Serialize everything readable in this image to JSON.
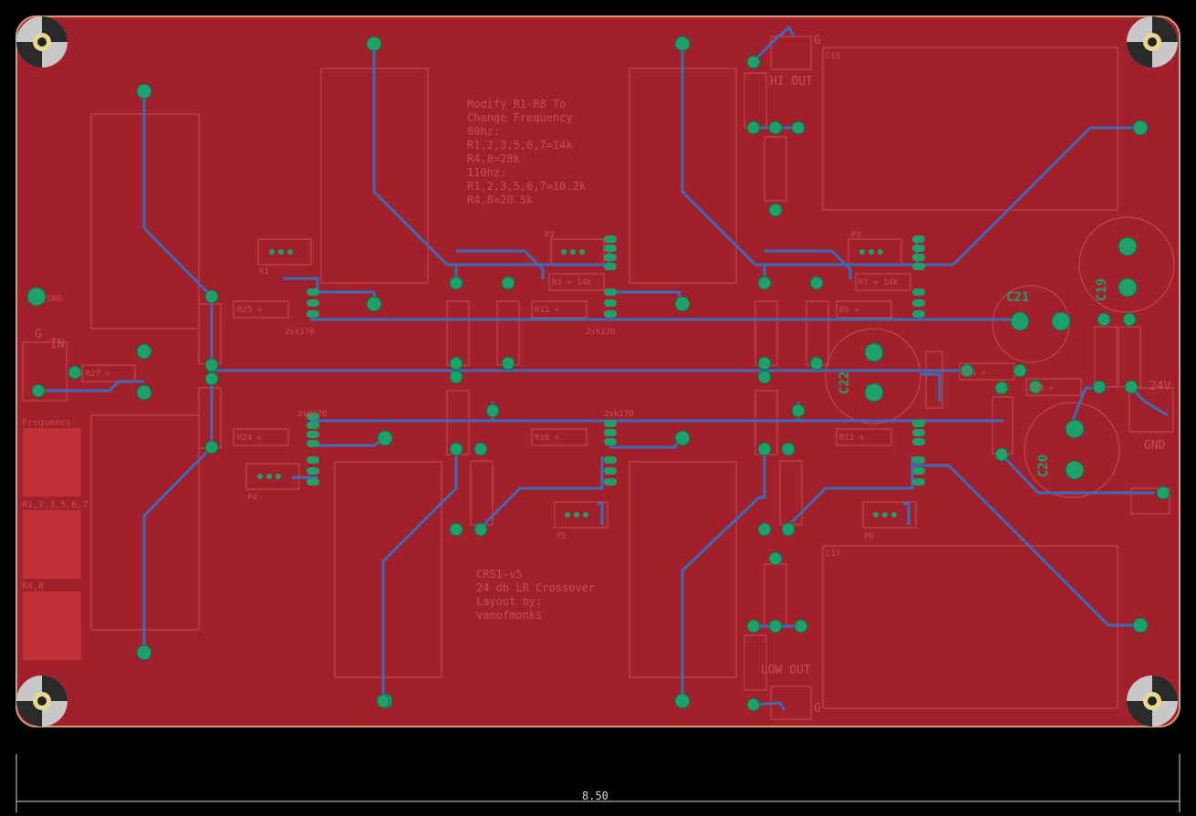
{
  "board": {
    "notes": [
      "Modify R1-R8 To",
      "Change Frequency",
      "80hz:",
      "R1,2,3,5,6,7=14k",
      "R4,8=28k",
      "110hz:",
      "R1,2,3,5,6,7=10.2k",
      "R4,8=20.5k"
    ],
    "credits": [
      "CRS1-v5",
      "24 db LR Crossover",
      "Layout by:",
      "vanofmonks"
    ],
    "dimension": "8.50",
    "pads_left": {
      "frequency": "Frequency",
      "r1": "R1,2,3,5,6,7",
      "r4": "R4,8"
    },
    "labels": {
      "in": "IN",
      "g_in": "G",
      "hi_out": "HI OUT",
      "low_out": "LOW OUT",
      "v24": "24V",
      "gnd": "GND",
      "g_hi": "G",
      "g_low": "G",
      "gnd_left": "GND",
      "c21": "C21",
      "c19": "C19",
      "c22": "C22",
      "c20": "C20",
      "c18": "C18",
      "c17": "C17",
      "p1": "P1",
      "p2": "P2",
      "p3": "P3",
      "p4": "P4",
      "p5": "P5",
      "p6": "P6",
      "r25": "R25 +",
      "r27": "R27 +",
      "r24": "R24 +",
      "r11": "R11 +",
      "r3": "R3 + 14k",
      "r7": "R7 + 14k",
      "r9": "R9 +",
      "r10": "R10 +",
      "r12": "R12 +",
      "r31": "R31 +",
      "r30": "R30 +",
      "part_a": "2sk170",
      "part_b": "2sk170",
      "part_c": "2sk170",
      "part_d": "2sk170"
    }
  },
  "colors": {
    "board": "#a1202b",
    "edge": "#d89a6a",
    "trace": "#3b6cb8",
    "pad": "#1fa06a",
    "silk": "#c05058",
    "gold": "#e8d890"
  }
}
